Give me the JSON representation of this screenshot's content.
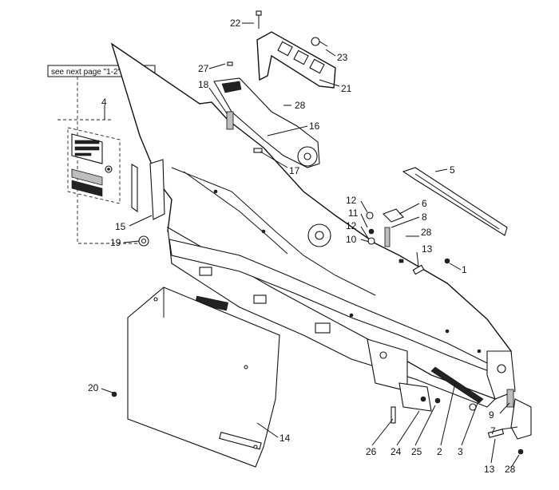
{
  "reference_note": "see next page \"1-2\"",
  "parts": [
    {
      "id": "p1",
      "label": "1"
    },
    {
      "id": "p2",
      "label": "2"
    },
    {
      "id": "p3",
      "label": "3"
    },
    {
      "id": "p4",
      "label": "4"
    },
    {
      "id": "p5",
      "label": "5"
    },
    {
      "id": "p6",
      "label": "6"
    },
    {
      "id": "p7",
      "label": "7"
    },
    {
      "id": "p8",
      "label": "8"
    },
    {
      "id": "p9",
      "label": "9"
    },
    {
      "id": "p10",
      "label": "10"
    },
    {
      "id": "p11",
      "label": "11"
    },
    {
      "id": "p12a",
      "label": "12"
    },
    {
      "id": "p12b",
      "label": "12"
    },
    {
      "id": "p13a",
      "label": "13"
    },
    {
      "id": "p13b",
      "label": "13"
    },
    {
      "id": "p14",
      "label": "14"
    },
    {
      "id": "p15",
      "label": "15"
    },
    {
      "id": "p16",
      "label": "16"
    },
    {
      "id": "p17",
      "label": "17"
    },
    {
      "id": "p18",
      "label": "18"
    },
    {
      "id": "p19",
      "label": "19"
    },
    {
      "id": "p20",
      "label": "20"
    },
    {
      "id": "p21",
      "label": "21"
    },
    {
      "id": "p22",
      "label": "22"
    },
    {
      "id": "p23",
      "label": "23"
    },
    {
      "id": "p24",
      "label": "24"
    },
    {
      "id": "p25",
      "label": "25"
    },
    {
      "id": "p26",
      "label": "26"
    },
    {
      "id": "p27",
      "label": "27"
    },
    {
      "id": "p28a",
      "label": "28"
    },
    {
      "id": "p28b",
      "label": "28"
    },
    {
      "id": "p28c",
      "label": "28"
    }
  ]
}
